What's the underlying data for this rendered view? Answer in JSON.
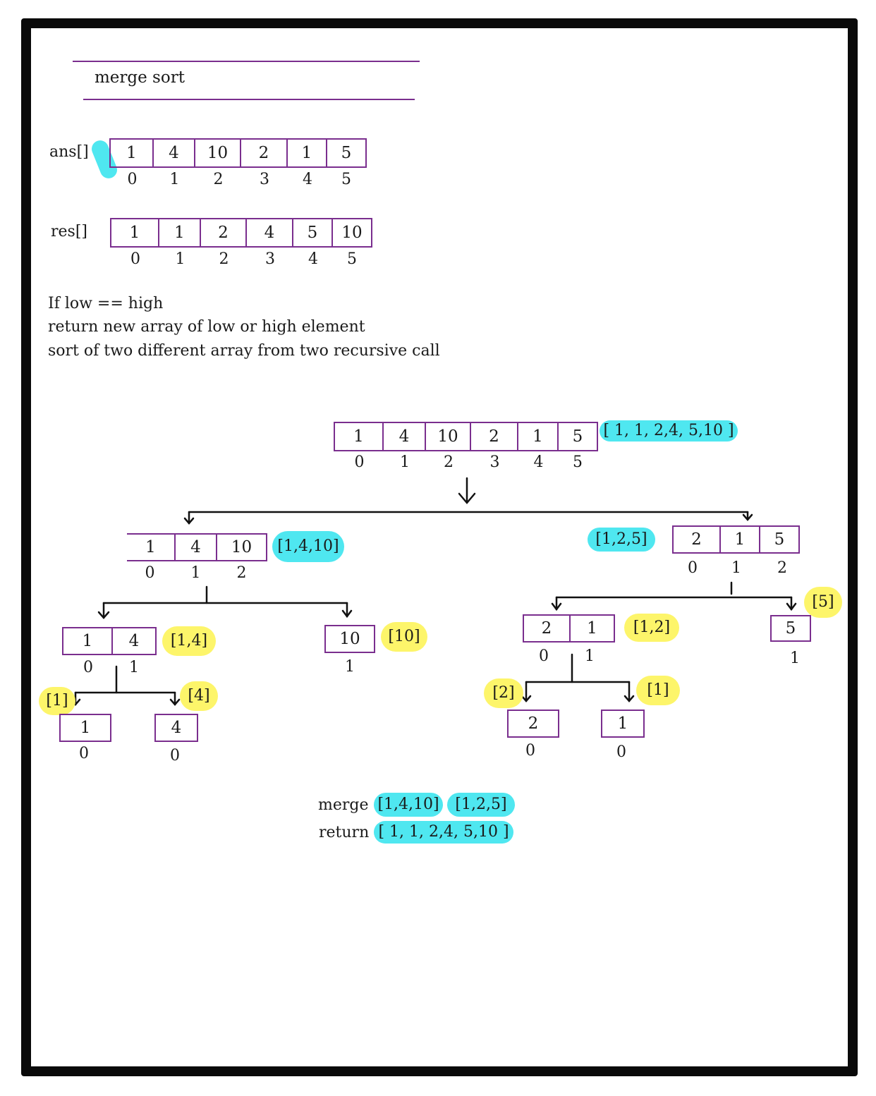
{
  "title": "merge sort",
  "ans": {
    "label": "ans[]",
    "values": [
      "1",
      "4",
      "10",
      "2",
      "1",
      "5"
    ],
    "indices": [
      "0",
      "1",
      "2",
      "3",
      "4",
      "5"
    ]
  },
  "res": {
    "label": "res[]",
    "values": [
      "1",
      "1",
      "2",
      "4",
      "5",
      "10"
    ],
    "indices": [
      "0",
      "1",
      "2",
      "3",
      "4",
      "5"
    ]
  },
  "notes": [
    "If low == high",
    "return new array of low or high element",
    "sort of two different array from two recursive call"
  ],
  "tree": {
    "root": {
      "values": [
        "1",
        "4",
        "10",
        "2",
        "1",
        "5"
      ],
      "indices": [
        "0",
        "1",
        "2",
        "3",
        "4",
        "5"
      ],
      "result": "[ 1, 1, 2,4, 5,10 ]"
    },
    "left": {
      "values": [
        "1",
        "4",
        "10"
      ],
      "indices": [
        "0",
        "1",
        "2"
      ],
      "result": "[1,4,10]"
    },
    "right": {
      "values": [
        "2",
        "1",
        "5"
      ],
      "indices": [
        "0",
        "1",
        "2"
      ],
      "result": "[1,2,5]"
    },
    "left_left": {
      "values": [
        "1",
        "4"
      ],
      "indices": [
        "0",
        "1"
      ],
      "result": "[1,4]"
    },
    "left_right": {
      "values": [
        "10"
      ],
      "indices": [
        "1"
      ],
      "result": "[10]"
    },
    "right_left": {
      "values": [
        "2",
        "1"
      ],
      "indices": [
        "0",
        "1"
      ],
      "result": "[1,2]"
    },
    "right_right": {
      "values": [
        "5"
      ],
      "indices": [
        "1"
      ],
      "result": "[5]"
    },
    "ll_a": {
      "values": [
        "1"
      ],
      "indices": [
        "0"
      ],
      "result": "[1]"
    },
    "ll_b": {
      "values": [
        "4"
      ],
      "indices": [
        "0"
      ],
      "result": "[4]"
    },
    "rl_a": {
      "values": [
        "2"
      ],
      "indices": [
        "0"
      ],
      "result": "[2]"
    },
    "rl_b": {
      "values": [
        "1"
      ],
      "indices": [
        "0"
      ],
      "result": "[1]"
    }
  },
  "merge": {
    "merge_label": "merge",
    "merge_a": "[1,4,10]",
    "merge_b": "[1,2,5]",
    "return_label": "return",
    "return_value": "[ 1, 1, 2,4, 5,10 ]"
  },
  "colors": {
    "box": "#7a2e8e",
    "cyan": "#4fe7f0",
    "yellow": "#fdf56a",
    "frame": "#0a0a0a"
  }
}
